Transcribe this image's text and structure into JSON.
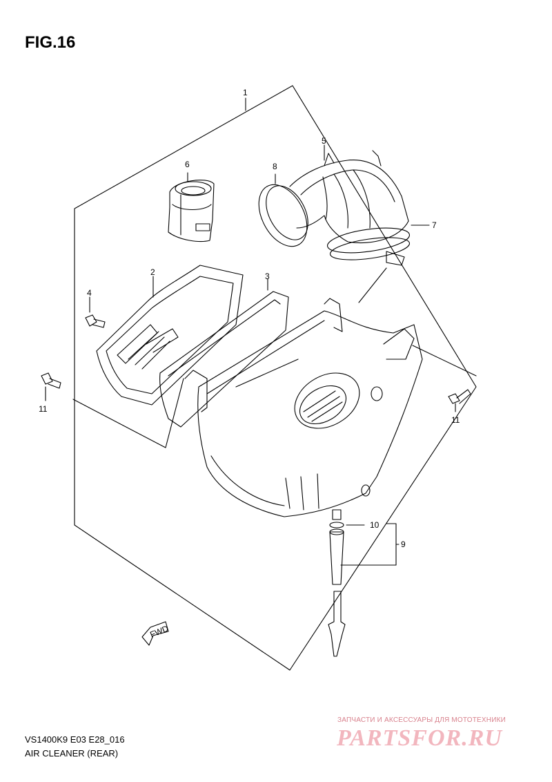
{
  "figure": {
    "title": "FIG.16"
  },
  "callouts": {
    "c1": "1",
    "c2": "2",
    "c3": "3",
    "c4": "4",
    "c5": "5",
    "c6": "6",
    "c7": "7",
    "c8": "8",
    "c9": "9",
    "c10": "10",
    "c11a": "11",
    "c11b": "11"
  },
  "fwd_label": "FWD",
  "footer": {
    "model_code": "VS1400K9 E03 E28_016",
    "group_name": "AIR CLEANER (REAR)"
  },
  "watermark": {
    "caption": "ЗАПЧАСТИ И АКСЕССУАРЫ ДЛЯ МОТОТЕХНИКИ",
    "logo": "PARTSFOR.RU"
  },
  "colors": {
    "line": "#000000",
    "watermark": "#f2b6be"
  }
}
